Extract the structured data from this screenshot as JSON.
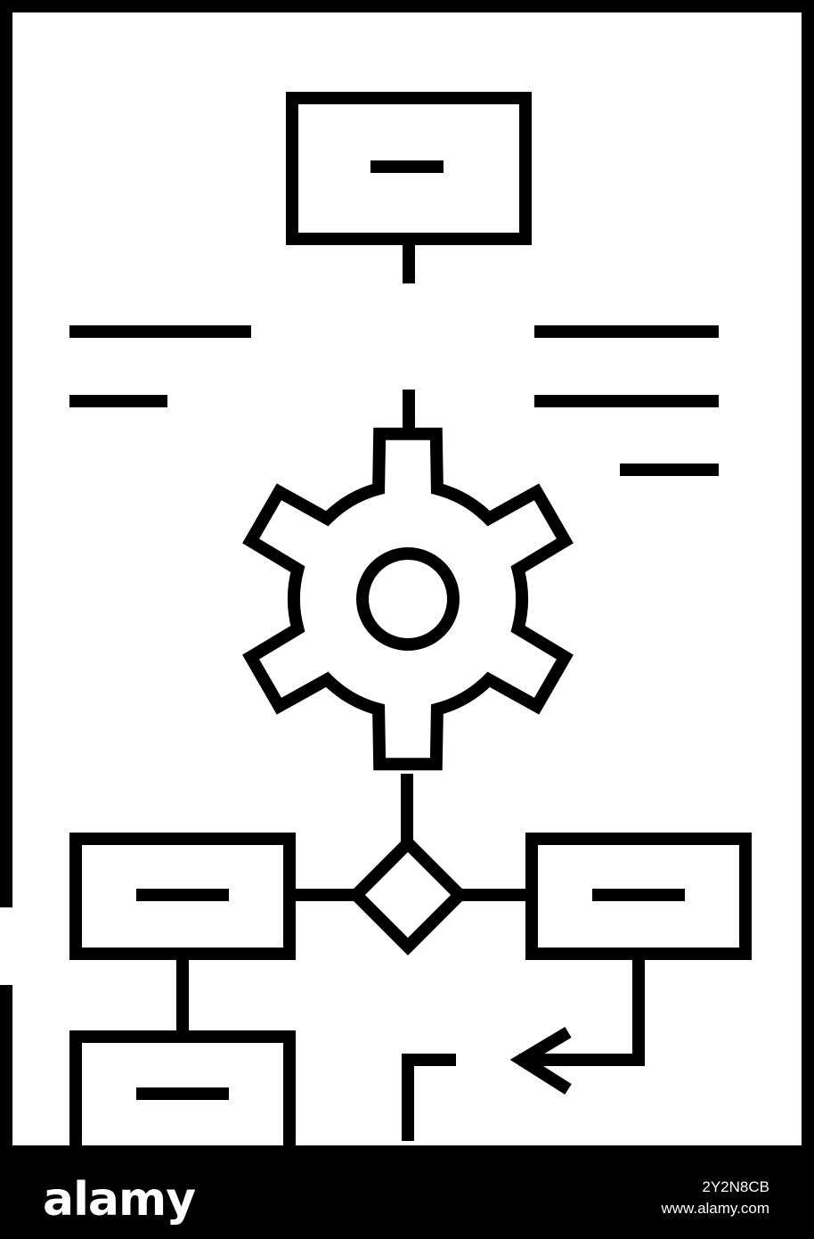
{
  "colors": {
    "stroke": "#000000",
    "background": "#ffffff",
    "footer": "#000000",
    "footer_text": "#ffffff"
  },
  "icons": [
    "document-frame",
    "gear-icon",
    "decision-diamond",
    "process-box",
    "arrow-left-icon"
  ],
  "watermark": {
    "logo": "alamy",
    "image_id": "2Y2N8CB",
    "url": "www.alamy.com"
  }
}
